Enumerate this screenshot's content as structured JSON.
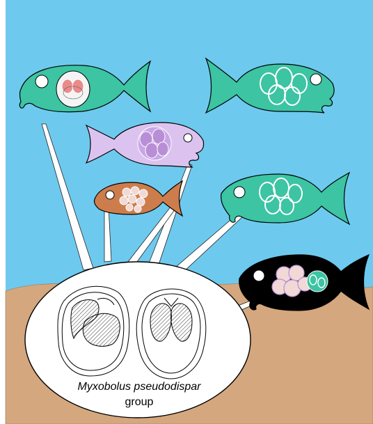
{
  "caption": {
    "species_line": "Myxobolus pseudodispar",
    "group_line": "group"
  },
  "colors": {
    "water": "#6ec9ee",
    "sediment": "#d4a77e",
    "teal_fish": "#3cc4a3",
    "lavender_fish": "#dcc3ef",
    "orange_fish": "#cd7d4c",
    "black_fish": "#000000",
    "cyst_purple": "#b88fd6",
    "cyst_pink": "#f1d9d5"
  },
  "fish": [
    {
      "id": "teal-top-left",
      "color": "teal_fish",
      "facing": "left",
      "contains": "cyst with pink spores"
    },
    {
      "id": "teal-top-right",
      "color": "teal_fish",
      "facing": "right",
      "contains": "white spores"
    },
    {
      "id": "lavender-middle",
      "color": "lavender_fish",
      "facing": "right",
      "contains": "purple spore cyst"
    },
    {
      "id": "orange-small",
      "color": "orange_fish",
      "facing": "left",
      "contains": "pink spore cluster"
    },
    {
      "id": "teal-right-middle",
      "color": "teal_fish",
      "facing": "left",
      "contains": "white spores"
    },
    {
      "id": "black-bottom-right",
      "color": "black_fish",
      "facing": "left",
      "contains": "pink and teal spore cysts"
    }
  ]
}
